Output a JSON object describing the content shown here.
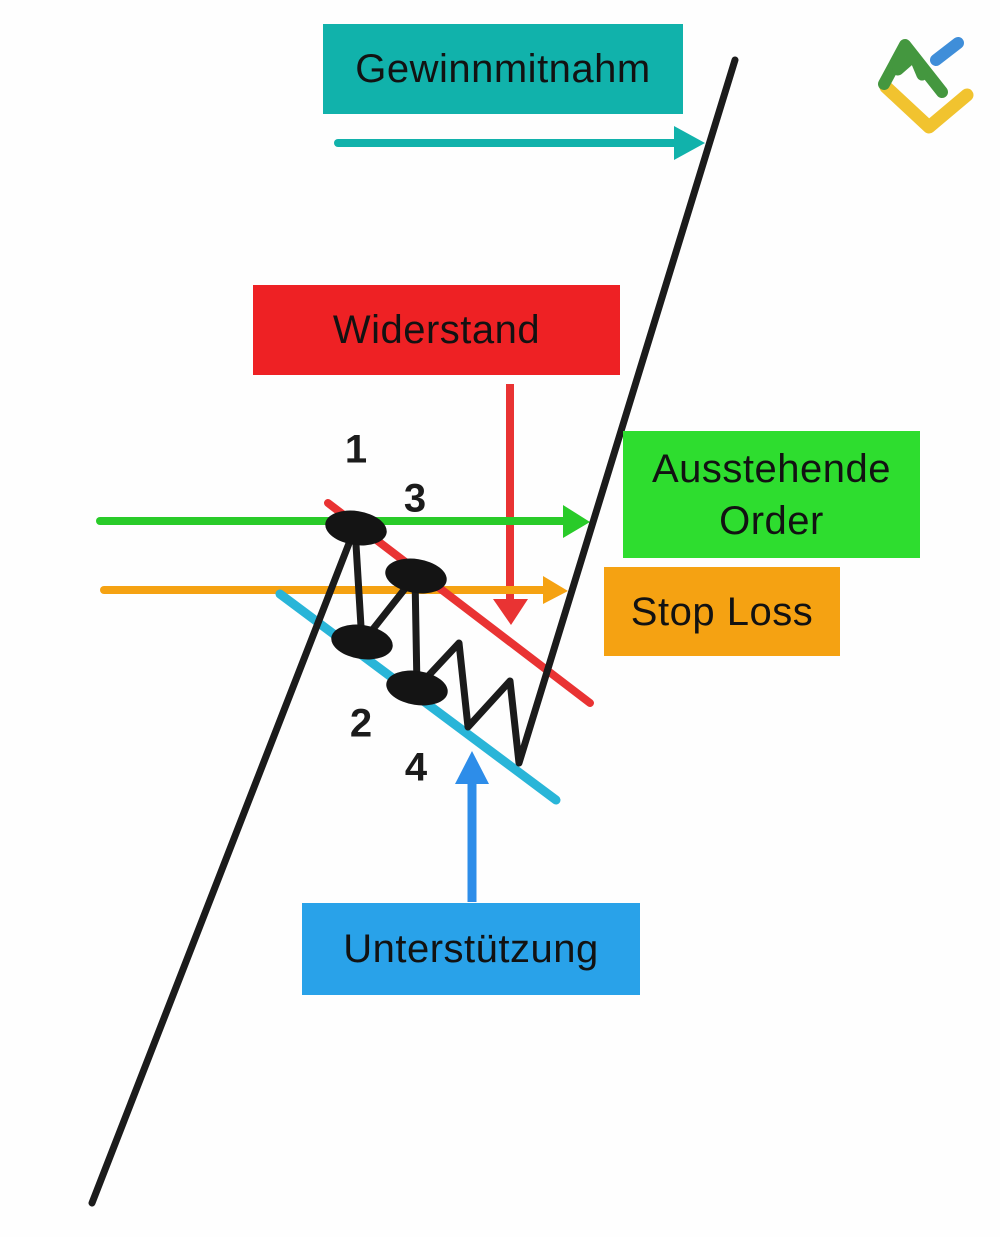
{
  "labels": {
    "take_profit": "Gewinnmitnahm",
    "resistance": "Widerstand",
    "pending_order_line1": "Ausstehende",
    "pending_order_line2": "Order",
    "stop_loss": "Stop Loss",
    "support": "Unterstützung"
  },
  "markers": {
    "m1": "1",
    "m2": "2",
    "m3": "3",
    "m4": "4"
  },
  "colors": {
    "take_profit_teal": "#11b2ab",
    "resistance_red_box": "#ee2124",
    "resistance_red_line": "#e93333",
    "pending_order_green_box": "#2edd2f",
    "pending_order_green_arrow": "#29cb29",
    "stop_loss_orange": "#f5a212",
    "support_blue_box": "#29a2e9",
    "support_blue_arrow": "#2d8de9",
    "support_cyan_line": "#29b5d8",
    "price_line_black": "#1b1b1b",
    "logo_green": "#44973f",
    "logo_yellow": "#f1c32f",
    "logo_blue": "#3f8ed9"
  }
}
